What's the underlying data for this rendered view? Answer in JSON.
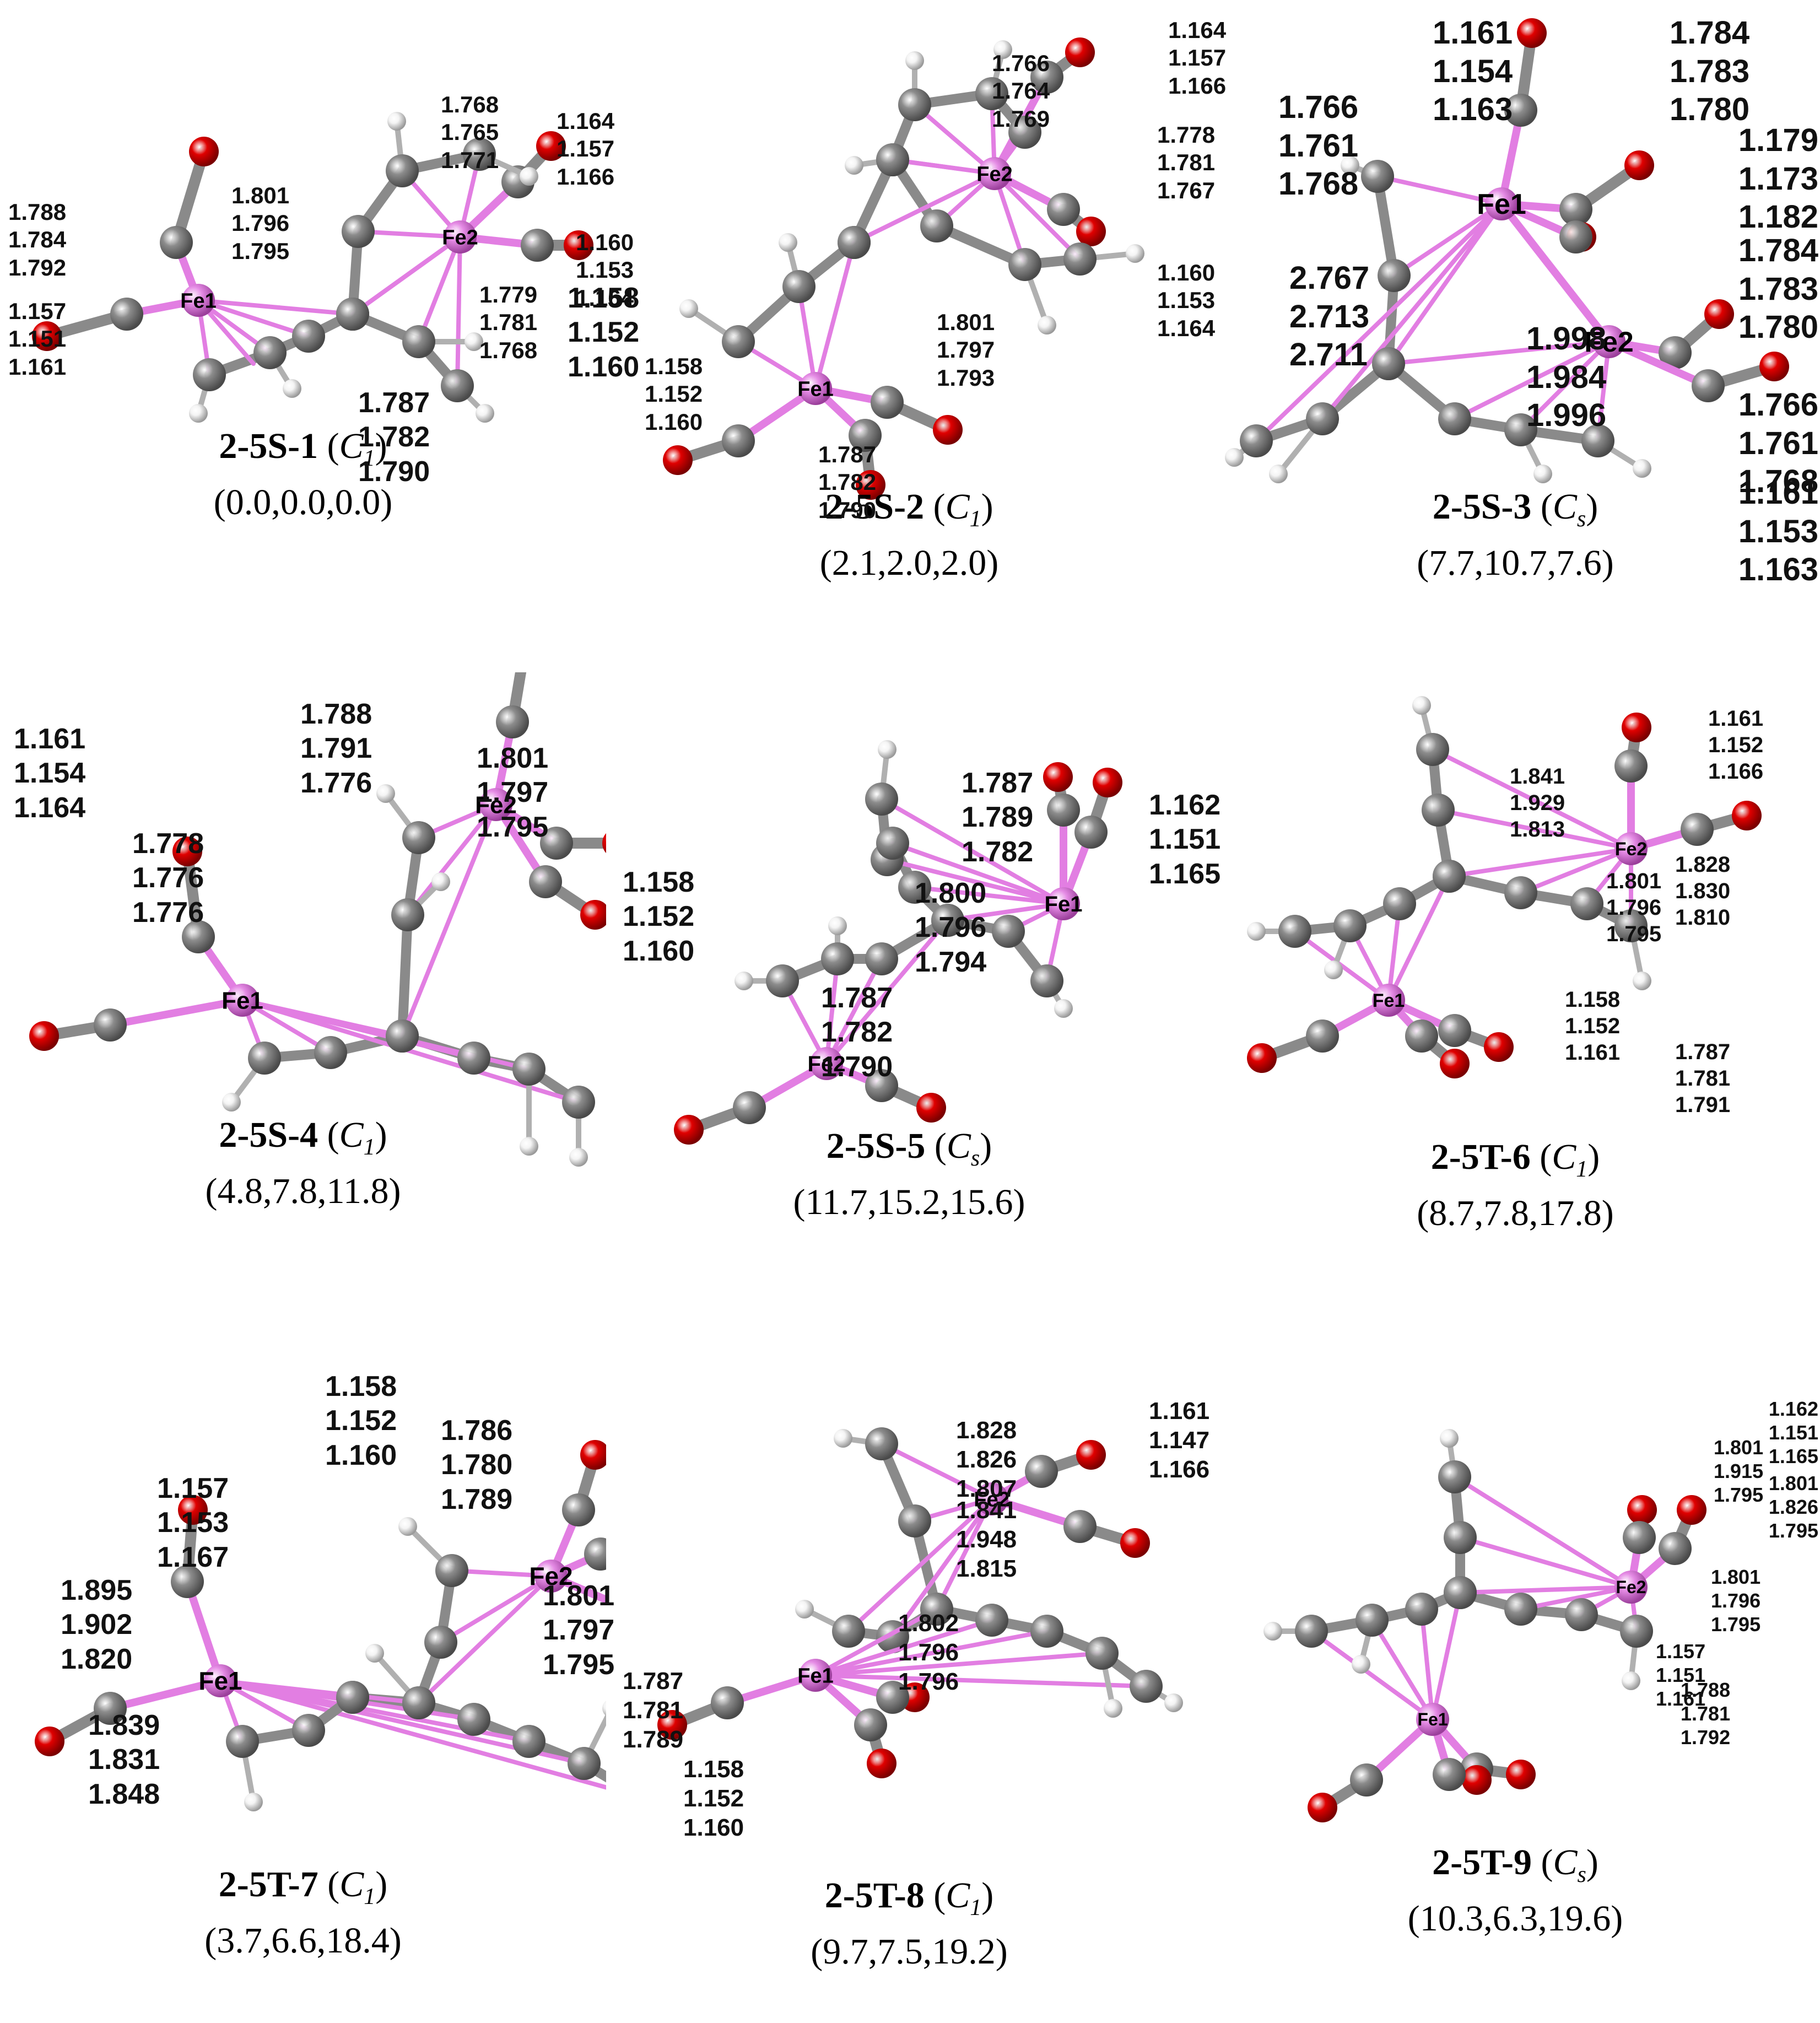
{
  "panels": [
    {
      "id": "2-5S-1",
      "symmetry": "C",
      "symmetry_sub": "1",
      "energies": "(0.0,0.0,0.0)",
      "atoms": [
        "Fe1",
        "Fe2"
      ],
      "labels": [
        {
          "lines": [
            "1.788",
            "1.784",
            "1.792"
          ],
          "fs": 42
        },
        {
          "lines": [
            "1.801",
            "1.796",
            "1.795"
          ],
          "fs": 42
        },
        {
          "lines": [
            "1.768",
            "1.765",
            "1.771"
          ],
          "fs": 42
        },
        {
          "lines": [
            "1.164",
            "1.157",
            "1.166"
          ],
          "fs": 42
        },
        {
          "lines": [
            "1.160",
            "1.153",
            "1.164"
          ],
          "fs": 42
        },
        {
          "lines": [
            "1.779",
            "1.781",
            "1.768"
          ],
          "fs": 42
        },
        {
          "lines": [
            "1.157",
            "1.151",
            "1.161"
          ],
          "fs": 42
        }
      ]
    },
    {
      "id": "2-5S-2",
      "symmetry": "C",
      "symmetry_sub": "1",
      "energies": "(2.1,2.0,2.0)",
      "atoms": [
        "Fe1",
        "Fe2"
      ],
      "labels": [
        {
          "lines": [
            "1.766",
            "1.764",
            "1.769"
          ],
          "fs": 42
        },
        {
          "lines": [
            "1.164",
            "1.157",
            "1.166"
          ],
          "fs": 42
        },
        {
          "lines": [
            "1.778",
            "1.781",
            "1.767"
          ],
          "fs": 42
        },
        {
          "lines": [
            "1.160",
            "1.153",
            "1.164"
          ],
          "fs": 42
        },
        {
          "lines": [
            "1.801",
            "1.797",
            "1.793"
          ],
          "fs": 42
        },
        {
          "lines": [
            "1.158",
            "1.152",
            "1.160"
          ],
          "fs": 42
        },
        {
          "lines": [
            "1.787",
            "1.782",
            "1.790"
          ],
          "fs": 42
        }
      ]
    },
    {
      "id": "2-5S-3",
      "symmetry": "C",
      "symmetry_sub": "s",
      "energies": "(7.7,10.7,7.6)",
      "atoms": [
        "Fe1",
        "Fe2"
      ],
      "labels": [
        {
          "lines": [
            "1.161",
            "1.154",
            "1.163"
          ],
          "fs": 58
        },
        {
          "lines": [
            "1.784",
            "1.783",
            "1.780"
          ],
          "fs": 58
        },
        {
          "lines": [
            "1.766",
            "1.761",
            "1.768"
          ],
          "fs": 58
        },
        {
          "lines": [
            "1.179",
            "1.173",
            "1.182"
          ],
          "fs": 58
        },
        {
          "lines": [
            "1.784",
            "1.783",
            "1.780"
          ],
          "fs": 58
        },
        {
          "lines": [
            "2.767",
            "2.713",
            "2.711"
          ],
          "fs": 58
        },
        {
          "lines": [
            "1.998",
            "1.984",
            "1.996"
          ],
          "fs": 58
        },
        {
          "lines": [
            "1.766",
            "1.761",
            "1.768"
          ],
          "fs": 58
        },
        {
          "lines": [
            "1.161",
            "1.153",
            "1.163"
          ],
          "fs": 58
        }
      ]
    },
    {
      "id": "2-5S-4",
      "symmetry": "C",
      "symmetry_sub": "1",
      "energies": "(4.8,7.8,11.8)",
      "atoms": [
        "Fe1",
        "Fe2"
      ],
      "labels": [
        {
          "lines": [
            "1.158",
            "1.152",
            "1.160"
          ],
          "fs": 52
        },
        {
          "lines": [
            "1.787",
            "1.782",
            "1.790"
          ],
          "fs": 52
        },
        {
          "lines": [
            "1.788",
            "1.791",
            "1.776"
          ],
          "fs": 52
        },
        {
          "lines": [
            "1.161",
            "1.154",
            "1.164"
          ],
          "fs": 52
        },
        {
          "lines": [
            "1.801",
            "1.797",
            "1.795"
          ],
          "fs": 52
        },
        {
          "lines": [
            "1.778",
            "1.776",
            "1.776"
          ],
          "fs": 52
        }
      ]
    },
    {
      "id": "2-5S-5",
      "symmetry": "C",
      "symmetry_sub": "s",
      "energies": "(11.7,15.2,15.6)",
      "atoms": [
        "Fe1",
        "Fe2"
      ],
      "labels": [
        {
          "lines": [
            "1.787",
            "1.789",
            "1.782"
          ],
          "fs": 52
        },
        {
          "lines": [
            "1.162",
            "1.151",
            "1.165"
          ],
          "fs": 52
        },
        {
          "lines": [
            "1.800",
            "1.796",
            "1.794"
          ],
          "fs": 52
        },
        {
          "lines": [
            "1.158",
            "1.152",
            "1.160"
          ],
          "fs": 52
        },
        {
          "lines": [
            "1.787",
            "1.782",
            "1.790"
          ],
          "fs": 52
        }
      ]
    },
    {
      "id": "2-5T-6",
      "symmetry": "C",
      "symmetry_sub": "1",
      "energies": "(8.7,7.8,17.8)",
      "atoms": [
        "Fe1",
        "Fe2"
      ],
      "labels": [
        {
          "lines": [
            "1.161",
            "1.152",
            "1.166"
          ],
          "fs": 40
        },
        {
          "lines": [
            "1.841",
            "1.929",
            "1.813"
          ],
          "fs": 40
        },
        {
          "lines": [
            "1.828",
            "1.830",
            "1.810"
          ],
          "fs": 40
        },
        {
          "lines": [
            "1.801",
            "1.796",
            "1.795"
          ],
          "fs": 40
        },
        {
          "lines": [
            "1.158",
            "1.152",
            "1.161"
          ],
          "fs": 40
        },
        {
          "lines": [
            "1.787",
            "1.781",
            "1.791"
          ],
          "fs": 40
        }
      ]
    },
    {
      "id": "2-5T-7",
      "symmetry": "C",
      "symmetry_sub": "1",
      "energies": "(3.7,6.6,18.4)",
      "atoms": [
        "Fe1",
        "Fe2"
      ],
      "labels": [
        {
          "lines": [
            "1.158",
            "1.152",
            "1.160"
          ],
          "fs": 52
        },
        {
          "lines": [
            "1.786",
            "1.780",
            "1.789"
          ],
          "fs": 52
        },
        {
          "lines": [
            "1.157",
            "1.153",
            "1.167"
          ],
          "fs": 52
        },
        {
          "lines": [
            "1.801",
            "1.797",
            "1.795"
          ],
          "fs": 52
        },
        {
          "lines": [
            "1.895",
            "1.902",
            "1.820"
          ],
          "fs": 52
        },
        {
          "lines": [
            "1.839",
            "1.831",
            "1.848"
          ],
          "fs": 52
        }
      ]
    },
    {
      "id": "2-5T-8",
      "symmetry": "C",
      "symmetry_sub": "1",
      "energies": "(9.7,7.5,19.2)",
      "atoms": [
        "Fe1",
        "Fe2"
      ],
      "labels": [
        {
          "lines": [
            "1.828",
            "1.826",
            "1.807"
          ],
          "fs": 44
        },
        {
          "lines": [
            "1.161",
            "1.147",
            "1.166"
          ],
          "fs": 44
        },
        {
          "lines": [
            "1.841",
            "1.948",
            "1.815"
          ],
          "fs": 44
        },
        {
          "lines": [
            "1.802",
            "1.796",
            "1.796"
          ],
          "fs": 44
        },
        {
          "lines": [
            "1.787",
            "1.781",
            "1.789"
          ],
          "fs": 44
        },
        {
          "lines": [
            "1.158",
            "1.152",
            "1.160"
          ],
          "fs": 44
        }
      ]
    },
    {
      "id": "2-5T-9",
      "symmetry": "C",
      "symmetry_sub": "s",
      "energies": "(10.3,6.3,19.6)",
      "atoms": [
        "Fe1",
        "Fe2"
      ],
      "labels": [
        {
          "lines": [
            "1.162",
            "1.151",
            "1.165"
          ],
          "fs": 36
        },
        {
          "lines": [
            "1.801",
            "1.915",
            "1.795"
          ],
          "fs": 36
        },
        {
          "lines": [
            "1.801",
            "1.826",
            "1.795"
          ],
          "fs": 36
        },
        {
          "lines": [
            "1.801",
            "1.796",
            "1.795"
          ],
          "fs": 36
        },
        {
          "lines": [
            "1.157",
            "1.151",
            "1.161"
          ],
          "fs": 36
        },
        {
          "lines": [
            "1.788",
            "1.781",
            "1.792"
          ],
          "fs": 36
        }
      ]
    }
  ],
  "colors": {
    "carbon": "#8c8c8c",
    "carbon_dark": "#4a4a4a",
    "oxygen": "#e00000",
    "oxygen_dark": "#7a0000",
    "hydrogen": "#f4f4f4",
    "hydrogen_dark": "#9a9a9a",
    "iron": "#e58be5",
    "iron_dark": "#9b3f9b",
    "bond": "#8a8a8a",
    "fe_bond": "#e27ee2"
  }
}
